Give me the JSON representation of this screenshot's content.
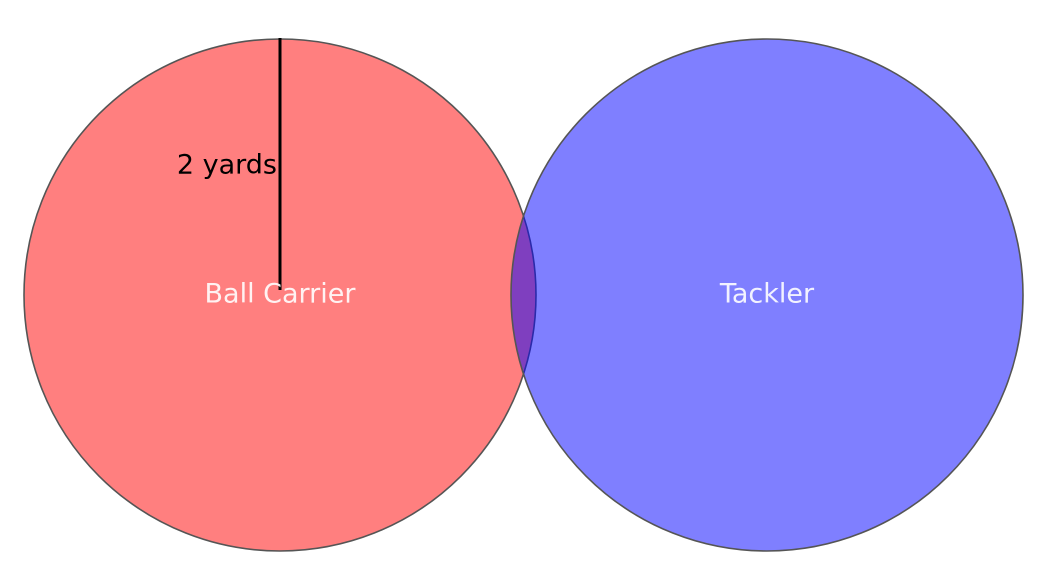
{
  "diagram": {
    "circles": [
      {
        "id": "ball-carrier",
        "label": "Ball Carrier",
        "color": "#ff0000",
        "opacity": 0.5
      },
      {
        "id": "tackler",
        "label": "Tackler",
        "color": "#0000ff",
        "opacity": 0.5
      }
    ],
    "radius_annotation": {
      "label": "2 yards"
    }
  }
}
